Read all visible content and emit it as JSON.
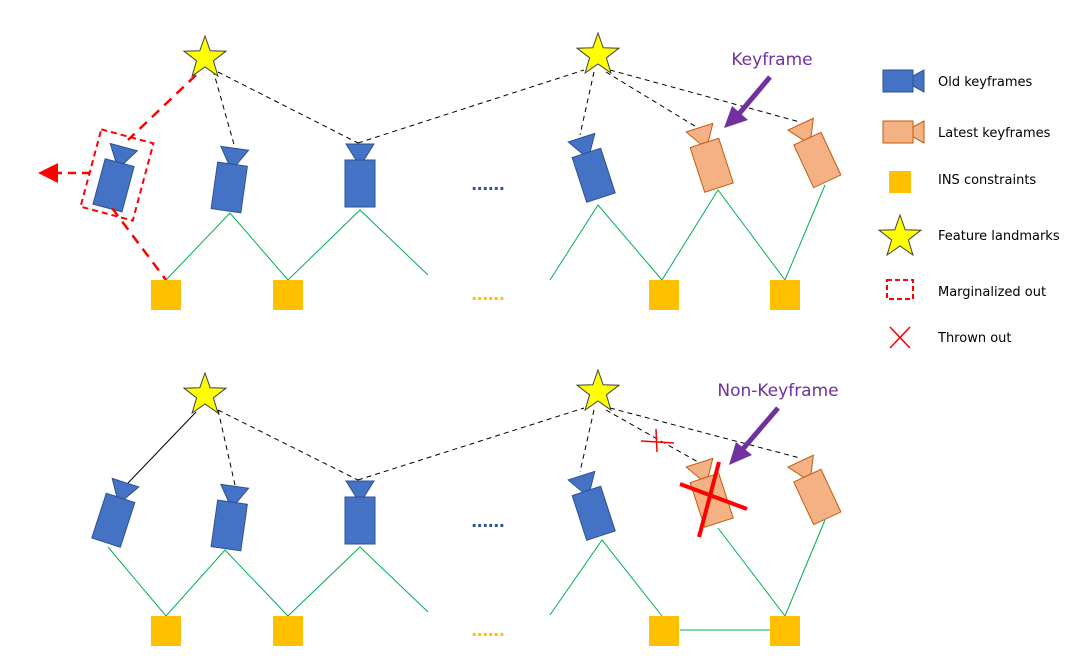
{
  "colors": {
    "old_keyframe_fill": "#4472c4",
    "old_keyframe_stroke": "#2f528f",
    "latest_keyframe_fill": "#f4b183",
    "latest_keyframe_stroke": "#c55a11",
    "ins_fill": "#ffc000",
    "landmark_fill": "#ffff00",
    "constraint_line": "#00b050",
    "observation_line": "#000000",
    "marginalized": "#ff0000",
    "callout": "#7030a0"
  },
  "panels": [
    {
      "name": "top-panel",
      "callout_label": "Keyframe",
      "ellipsis_cameras": "......",
      "ellipsis_ins": "......"
    },
    {
      "name": "bottom-panel",
      "callout_label": "Non-Keyframe",
      "ellipsis_cameras": "......",
      "ellipsis_ins": "......"
    }
  ],
  "legend": {
    "items": [
      {
        "icon": "old-keyframe-camera-icon",
        "label": "Old keyframes"
      },
      {
        "icon": "latest-keyframe-camera-icon",
        "label": "Latest keyframes"
      },
      {
        "icon": "ins-constraint-square-icon",
        "label": "INS constraints"
      },
      {
        "icon": "feature-landmark-star-icon",
        "label": "Feature landmarks"
      },
      {
        "icon": "marginalized-dashed-box-icon",
        "label": "Marginalized out"
      },
      {
        "icon": "thrown-out-cross-icon",
        "label": "Thrown out"
      }
    ]
  }
}
